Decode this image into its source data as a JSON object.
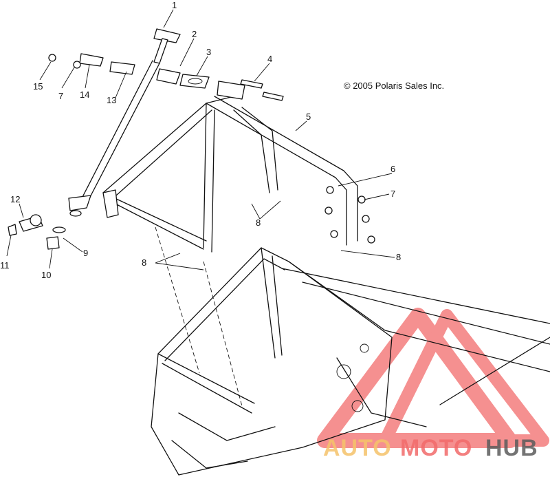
{
  "copyright": "© 2005 Polaris Sales Inc.",
  "callouts": [
    {
      "id": "c1",
      "label": "1"
    },
    {
      "id": "c2",
      "label": "2"
    },
    {
      "id": "c3",
      "label": "3"
    },
    {
      "id": "c4",
      "label": "4"
    },
    {
      "id": "c5",
      "label": "5"
    },
    {
      "id": "c6",
      "label": "6"
    },
    {
      "id": "c7a",
      "label": "7"
    },
    {
      "id": "c7b",
      "label": "7"
    },
    {
      "id": "c8a",
      "label": "8"
    },
    {
      "id": "c8b",
      "label": "8"
    },
    {
      "id": "c8c",
      "label": "8"
    },
    {
      "id": "c9",
      "label": "9"
    },
    {
      "id": "c10",
      "label": "10"
    },
    {
      "id": "c11",
      "label": "11"
    },
    {
      "id": "c12",
      "label": "12"
    },
    {
      "id": "c13",
      "label": "13"
    },
    {
      "id": "c14",
      "label": "14"
    },
    {
      "id": "c15",
      "label": "15"
    }
  ],
  "watermark": {
    "part1": "AUTO",
    "part2": "MOTO",
    "part3": "HUB",
    "color_light": "#f5c36a",
    "color_red": "#f26b6b",
    "color_dark": "#5c5c5c"
  }
}
